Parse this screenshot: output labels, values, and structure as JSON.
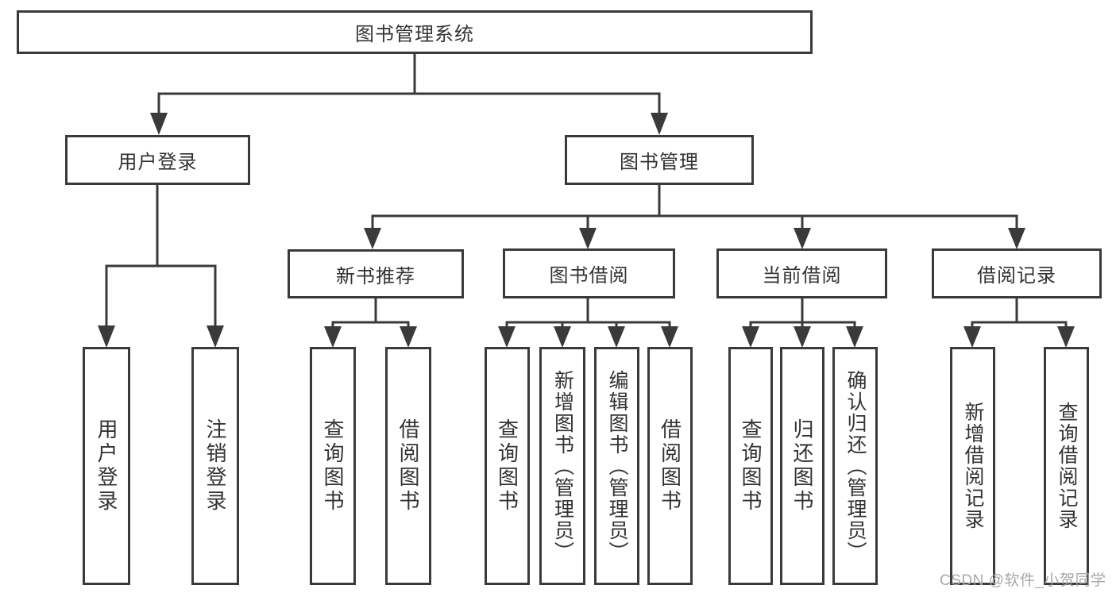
{
  "diagram": {
    "root": {
      "label": "图书管理系统"
    },
    "branches": [
      {
        "label": "用户登录",
        "children": [
          {
            "label": "用户登录"
          },
          {
            "label": "注销登录"
          }
        ]
      },
      {
        "label": "图书管理",
        "children": [
          {
            "label": "新书推荐",
            "children": [
              {
                "label": "查询图书"
              },
              {
                "label": "借阅图书"
              }
            ]
          },
          {
            "label": "图书借阅",
            "children": [
              {
                "label": "查询图书"
              },
              {
                "label": "新增图书（管理员）"
              },
              {
                "label": "编辑图书（管理员）"
              },
              {
                "label": "借阅图书"
              }
            ]
          },
          {
            "label": "当前借阅",
            "children": [
              {
                "label": "查询图书"
              },
              {
                "label": "归还图书"
              },
              {
                "label": "确认归还（管理员）"
              }
            ]
          },
          {
            "label": "借阅记录",
            "children": [
              {
                "label": "新增借阅记录"
              },
              {
                "label": "查询借阅记录"
              }
            ]
          }
        ]
      }
    ],
    "line_color": "#3a3a3a",
    "text_color": "#333333",
    "watermark": "CSDN @软件_小贺同学",
    "watermark_color": "#a8a8a8"
  }
}
